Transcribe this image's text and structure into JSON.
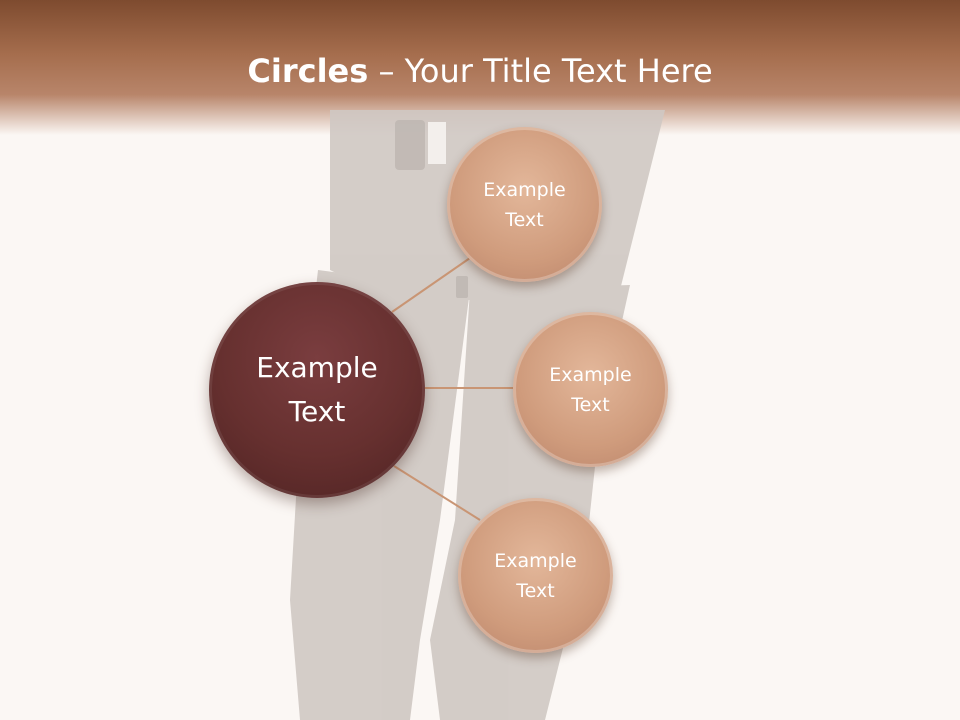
{
  "slide": {
    "title_bold": "Circles",
    "title_rest": " – Your Title Text Here"
  },
  "diagram": {
    "center": {
      "line1": "Example",
      "line2": "Text"
    },
    "nodes": [
      {
        "line1": "Example",
        "line2": "Text"
      },
      {
        "line1": "Example",
        "line2": "Text"
      },
      {
        "line1": "Example",
        "line2": "Text"
      }
    ]
  },
  "colors": {
    "header": "#8a5536",
    "center_circle": "#66302f",
    "node_circle": "#d19e80",
    "connector": "#c99574",
    "background": "#fbf7f4"
  }
}
